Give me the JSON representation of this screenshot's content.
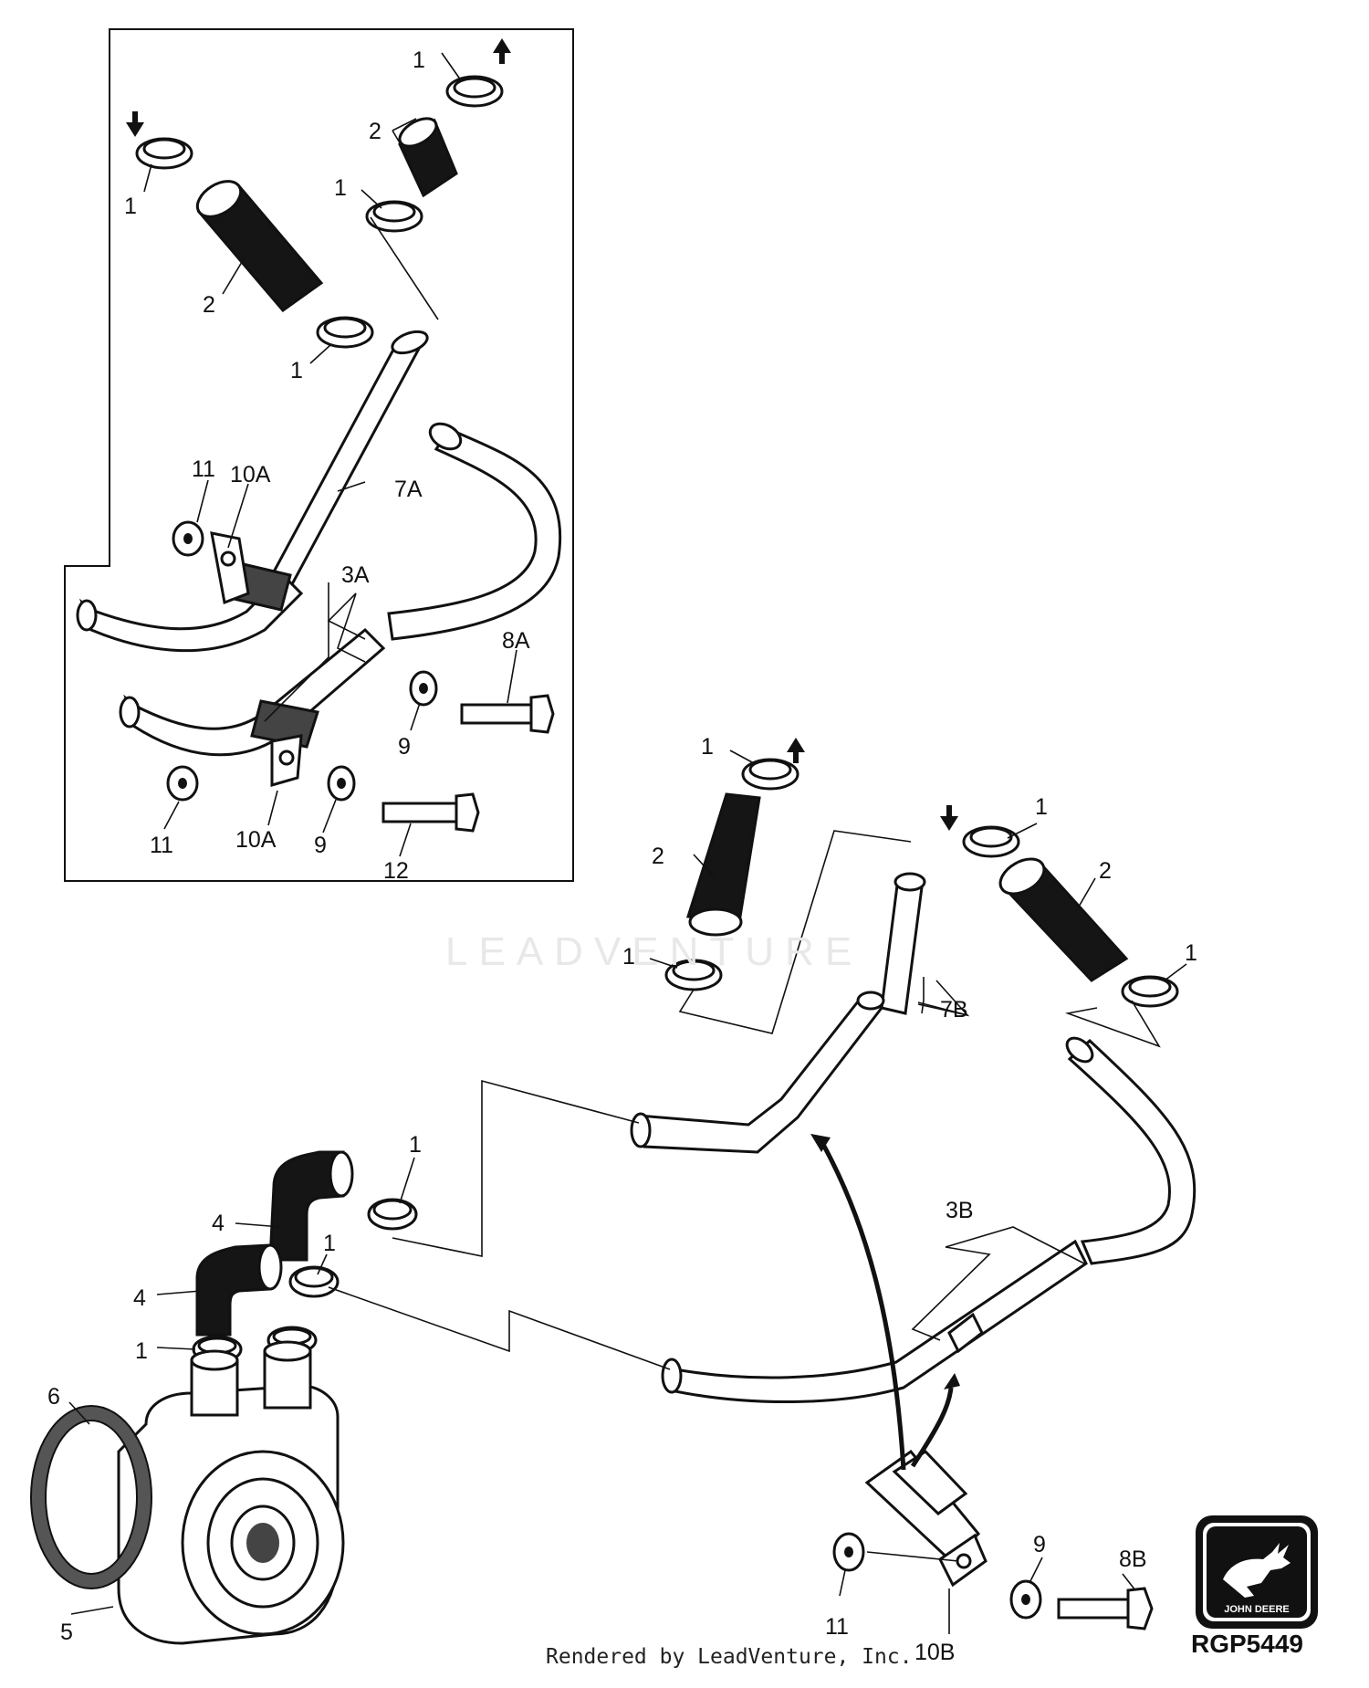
{
  "figure_id": "RGP5449",
  "credit": "Rendered by LeadVenture, Inc.",
  "watermark": "LEADVENTURE",
  "logo_text": "JOHN DEERE",
  "callouts": {
    "c1_a": "1",
    "c1_b": "1",
    "c1_c": "1",
    "c1_d": "1",
    "c2_a": "2",
    "c2_b": "2",
    "c11_a": "11",
    "c10a_a": "10A",
    "c7a": "7A",
    "c3a": "3A",
    "c8a": "8A",
    "c9_a": "9",
    "c11_b": "11",
    "c10a_b": "10A",
    "c9_b": "9",
    "c12": "12",
    "c1_e": "1",
    "c2_c": "2",
    "c1_f": "1",
    "c2_d": "2",
    "c1_g": "1",
    "c1_h": "1",
    "c7b": "7B",
    "c1_i": "1",
    "c4_a": "4",
    "c1_j": "1",
    "c4_b": "4",
    "c1_k": "1",
    "c6": "6",
    "c5": "5",
    "c3b": "3B",
    "c11_c": "11",
    "c10b": "10B",
    "c9_c": "9",
    "c8b": "8B"
  }
}
